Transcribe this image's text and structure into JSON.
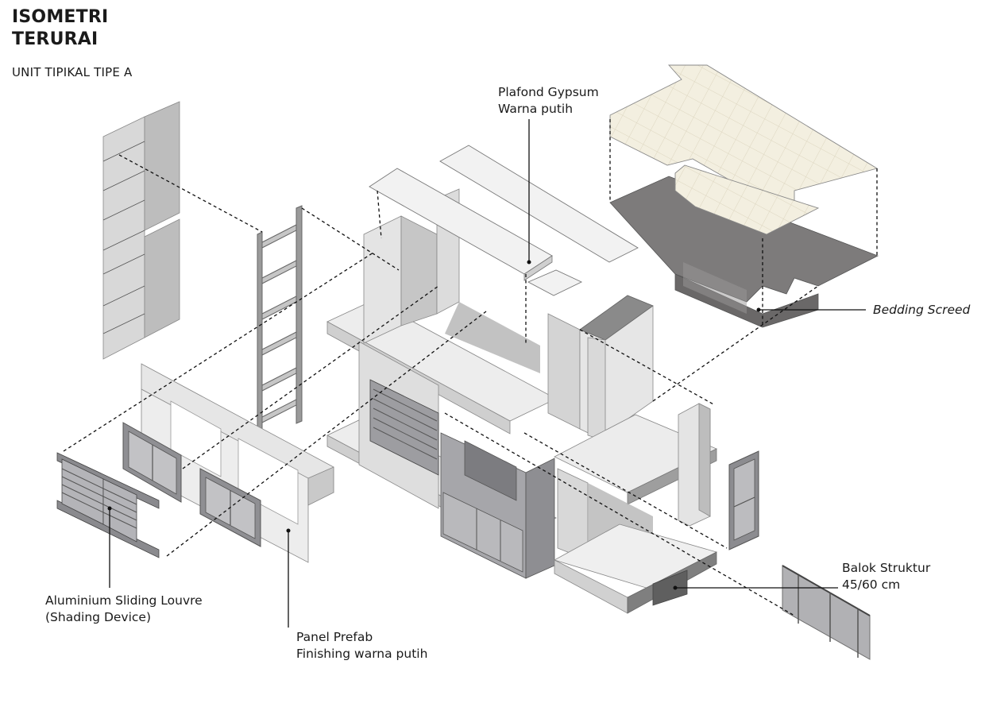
{
  "title": {
    "line1": "ISOMETRI",
    "line2": "TERURAI"
  },
  "subtitle": "UNIT TIPIKAL TIPE A",
  "labels": {
    "plafond": {
      "line1": "Plafond Gypsum",
      "line2": "Warna putih"
    },
    "bedding": {
      "line1": "Bedding Screed"
    },
    "balok": {
      "line1": "Balok Struktur",
      "line2": "45/60 cm"
    },
    "louvre": {
      "line1": "Aluminium Sliding Louvre",
      "line2": "(Shading Device)"
    },
    "panel": {
      "line1": "Panel Prefab",
      "line2": "Finishing warna putih"
    }
  },
  "colors": {
    "wall_light": "#ececec",
    "wall_mid": "#d2d2d2",
    "wall_dark": "#a9a9a9",
    "shadow": "#8c8c8c",
    "screed": "#7a7878",
    "tile": "#f3efe0",
    "frame": "#6f6f72",
    "glass": "#9a9a9d"
  }
}
